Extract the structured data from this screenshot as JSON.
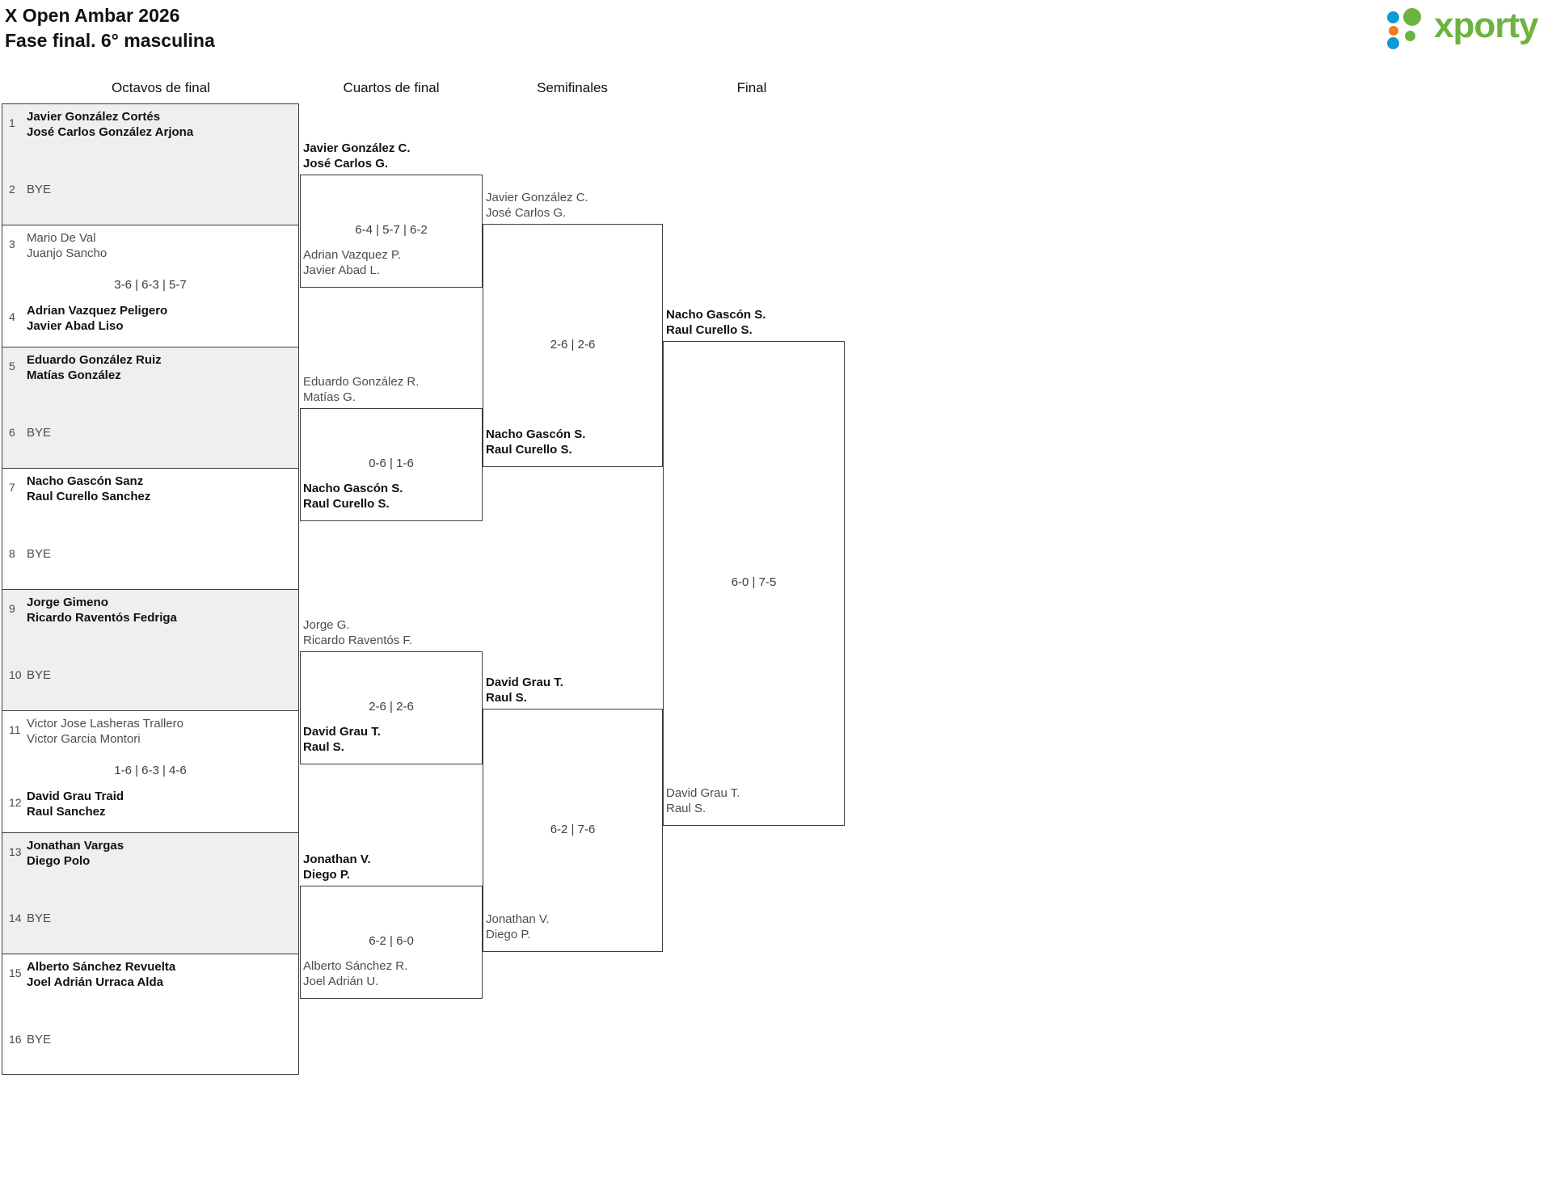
{
  "header": {
    "title_line1": "X Open Ambar 2026",
    "title_line2": "Fase final. 6° masculina",
    "logo_text": "xporty"
  },
  "rounds": [
    {
      "label": "Octavos de final"
    },
    {
      "label": "Cuartos de final"
    },
    {
      "label": "Semifinales"
    },
    {
      "label": "Final"
    }
  ],
  "colors": {
    "logo_green": "#6cb33f",
    "logo_blue": "#0b9ad6",
    "logo_orange": "#ef7d1a",
    "row_shade": "#efefef",
    "border": "#3d3d3d",
    "winner_text": "#111111",
    "loser_text": "#4d4d4d"
  },
  "round1": {
    "pairs": [
      {
        "score": "",
        "top": {
          "seed": "1",
          "p1": "Javier González Cortés",
          "p2": "José Carlos González Arjona",
          "result": "win",
          "bye": false
        },
        "bottom": {
          "seed": "2",
          "p1": "BYE",
          "p2": "",
          "result": "lose",
          "bye": true
        }
      },
      {
        "score": "3-6 | 6-3 | 5-7",
        "top": {
          "seed": "3",
          "p1": "Mario De Val",
          "p2": "Juanjo Sancho",
          "result": "lose",
          "bye": false
        },
        "bottom": {
          "seed": "4",
          "p1": "Adrian Vazquez Peligero",
          "p2": "Javier Abad Liso",
          "result": "win",
          "bye": false
        }
      },
      {
        "score": "",
        "top": {
          "seed": "5",
          "p1": "Eduardo González Ruiz",
          "p2": "Matías González",
          "result": "win",
          "bye": false
        },
        "bottom": {
          "seed": "6",
          "p1": "BYE",
          "p2": "",
          "result": "lose",
          "bye": true
        }
      },
      {
        "score": "",
        "top": {
          "seed": "7",
          "p1": "Nacho Gascón Sanz",
          "p2": "Raul Curello Sanchez",
          "result": "win",
          "bye": false
        },
        "bottom": {
          "seed": "8",
          "p1": "BYE",
          "p2": "",
          "result": "lose",
          "bye": true
        }
      },
      {
        "score": "",
        "top": {
          "seed": "9",
          "p1": "Jorge Gimeno",
          "p2": "Ricardo Raventós Fedriga",
          "result": "win",
          "bye": false
        },
        "bottom": {
          "seed": "10",
          "p1": "BYE",
          "p2": "",
          "result": "lose",
          "bye": true
        }
      },
      {
        "score": "1-6 | 6-3 | 4-6",
        "top": {
          "seed": "11",
          "p1": "Victor Jose Lasheras Trallero",
          "p2": "Victor Garcia Montori",
          "result": "lose",
          "bye": false
        },
        "bottom": {
          "seed": "12",
          "p1": "David Grau Traid",
          "p2": "Raul Sanchez",
          "result": "win",
          "bye": false
        }
      },
      {
        "score": "",
        "top": {
          "seed": "13",
          "p1": "Jonathan Vargas",
          "p2": "Diego Polo",
          "result": "win",
          "bye": false
        },
        "bottom": {
          "seed": "14",
          "p1": "BYE",
          "p2": "",
          "result": "lose",
          "bye": true
        }
      },
      {
        "score": "",
        "top": {
          "seed": "15",
          "p1": "Alberto Sánchez Revuelta",
          "p2": "Joel Adrián Urraca Alda",
          "result": "win",
          "bye": false
        },
        "bottom": {
          "seed": "16",
          "p1": "BYE",
          "p2": "",
          "result": "lose",
          "bye": true
        }
      }
    ]
  },
  "quarters": [
    {
      "score": "6-4 | 5-7 | 6-2",
      "top": {
        "p1": "Javier González C.",
        "p2": "José Carlos G.",
        "result": "win"
      },
      "bottom": {
        "p1": "Adrian Vazquez P.",
        "p2": "Javier Abad L.",
        "result": "lose"
      }
    },
    {
      "score": "0-6 | 1-6",
      "top": {
        "p1": "Eduardo González R.",
        "p2": "Matías G.",
        "result": "lose"
      },
      "bottom": {
        "p1": "Nacho Gascón S.",
        "p2": "Raul Curello S.",
        "result": "win"
      }
    },
    {
      "score": "2-6 | 2-6",
      "top": {
        "p1": "Jorge G.",
        "p2": "Ricardo Raventós F.",
        "result": "lose"
      },
      "bottom": {
        "p1": "David Grau T.",
        "p2": "Raul S.",
        "result": "win"
      }
    },
    {
      "score": "6-2 | 6-0",
      "top": {
        "p1": "Jonathan V.",
        "p2": "Diego P.",
        "result": "win"
      },
      "bottom": {
        "p1": "Alberto Sánchez R.",
        "p2": "Joel Adrián U.",
        "result": "lose"
      }
    }
  ],
  "semis": [
    {
      "score": "2-6 | 2-6",
      "top": {
        "p1": "Javier González C.",
        "p2": "José Carlos G.",
        "result": "lose"
      },
      "bottom": {
        "p1": "Nacho Gascón S.",
        "p2": "Raul Curello S.",
        "result": "win"
      }
    },
    {
      "score": "6-2 | 7-6",
      "top": {
        "p1": "David Grau T.",
        "p2": "Raul S.",
        "result": "win"
      },
      "bottom": {
        "p1": "Jonathan V.",
        "p2": "Diego P.",
        "result": "lose"
      }
    }
  ],
  "final": {
    "score": "6-0 | 7-5",
    "top": {
      "p1": "Nacho Gascón S.",
      "p2": "Raul Curello S.",
      "result": "win"
    },
    "bottom": {
      "p1": "David Grau T.",
      "p2": "Raul S.",
      "result": "lose"
    }
  }
}
